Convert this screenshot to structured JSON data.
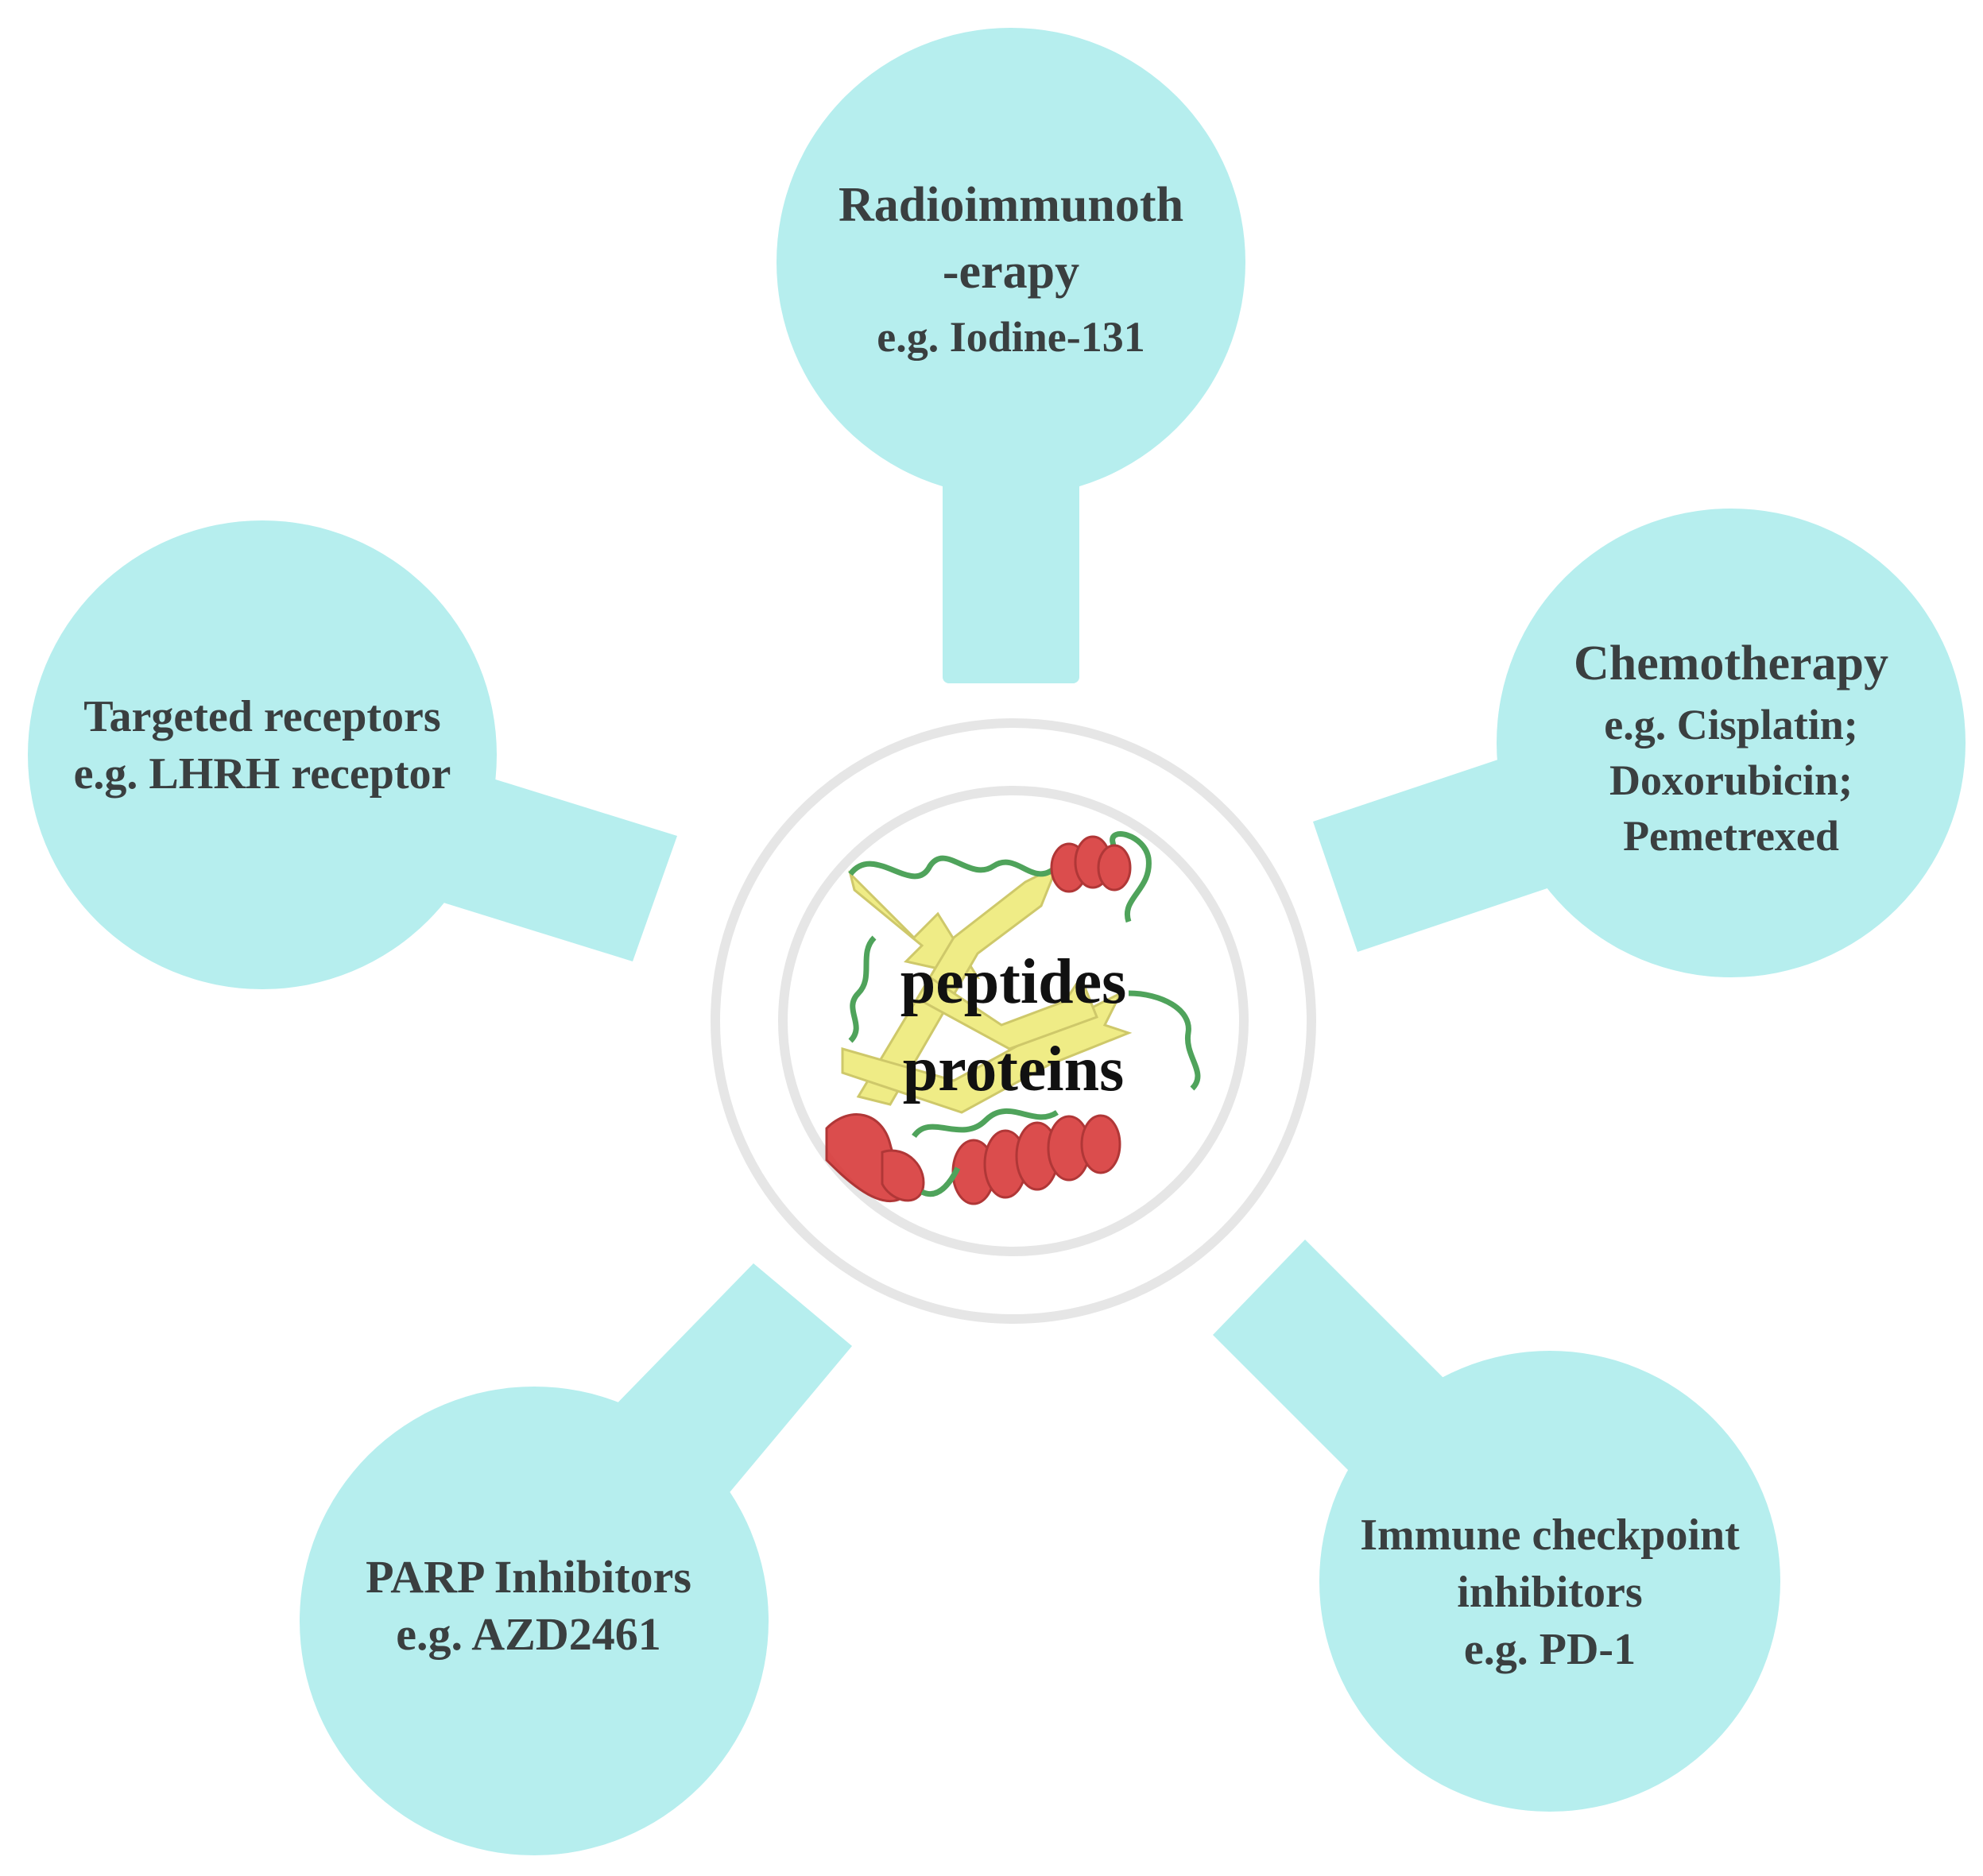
{
  "colors": {
    "bubble": "#b6eeee",
    "ring": "#e6e6e6",
    "label_text": "#3a3f40",
    "center_text": "#111111",
    "helix": "#d83a3a",
    "sheet": "#eeea7a",
    "loop": "#3d9a4a"
  },
  "center": {
    "line1": "peptides",
    "line2": "proteins",
    "icon": "protein-ribbon-structure-icon"
  },
  "nodes": {
    "top": {
      "line1": "Radioimmunoth",
      "line2": "-erapy",
      "line3": "e.g. Iodine-131"
    },
    "right": {
      "line1": "Chemotherapy",
      "line2": "e.g. Cisplatin;",
      "line3": "Doxorubicin;",
      "line4": "Pemetrexed"
    },
    "left": {
      "line1": "Targeted receptors",
      "line2": "e.g. LHRH receptor"
    },
    "bottom_left": {
      "line1": "PARP Inhibitors",
      "line2": "e.g. AZD2461"
    },
    "bottom_right": {
      "line1": "Immune checkpoint",
      "line2": "inhibitors",
      "line3": "e.g. PD-1"
    }
  }
}
